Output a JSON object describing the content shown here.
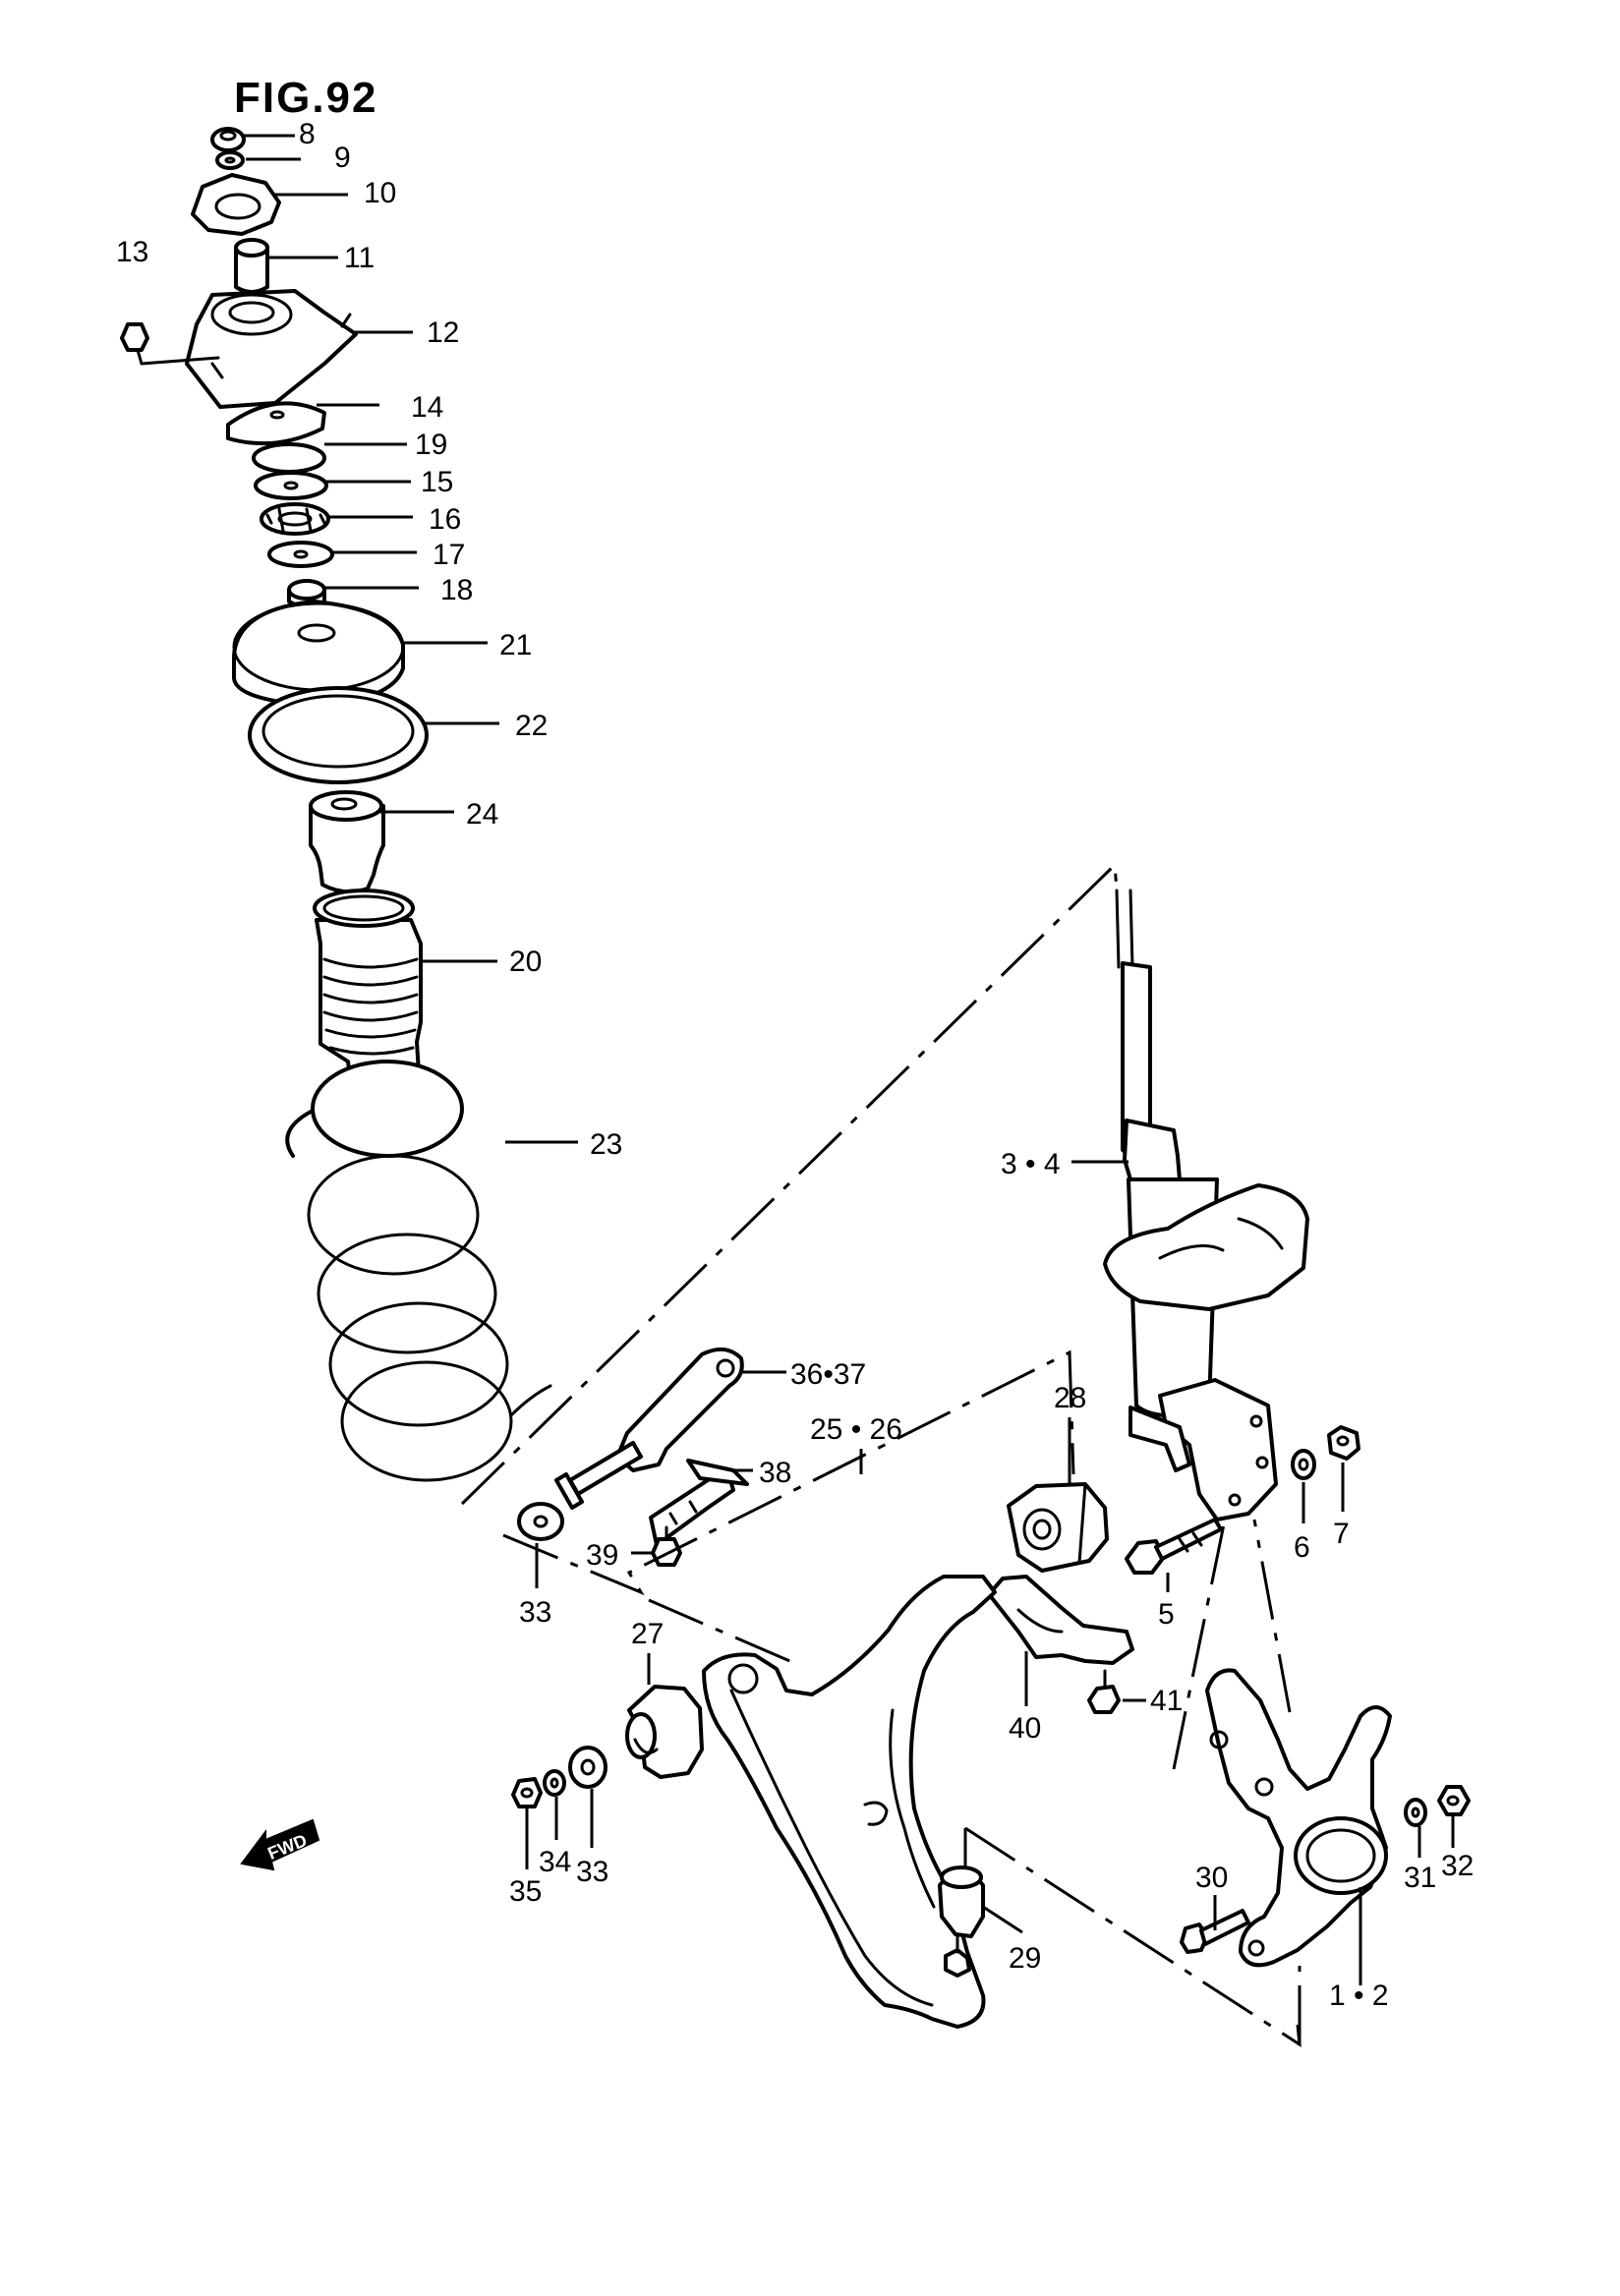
{
  "figure": {
    "title": "FIG.92"
  },
  "callouts": {
    "c8": "8",
    "c9": "9",
    "c10": "10",
    "c11": "11",
    "c12": "12",
    "c13": "13",
    "c14": "14",
    "c19": "19",
    "c15": "15",
    "c16": "16",
    "c17": "17",
    "c18": "18",
    "c21": "21",
    "c22": "22",
    "c24": "24",
    "c20": "20",
    "c23": "23",
    "c3_4": "3 • 4",
    "c36_37": "36•37",
    "c25_26": "25 • 26",
    "c28": "28",
    "c38": "38",
    "c6": "6",
    "c7": "7",
    "c39": "39",
    "c33a": "33",
    "c27": "27",
    "c5": "5",
    "c41": "41",
    "c40": "40",
    "c35": "35",
    "c34": "34",
    "c33b": "33",
    "c30": "30",
    "c31": "31",
    "c32": "32",
    "c29": "29",
    "c1_2": "1 • 2"
  },
  "fwd_badge": {
    "text": "FWD",
    "icon": "fwd-arrow-icon"
  },
  "colors": {
    "ink": "#000000",
    "paper": "#ffffff"
  }
}
